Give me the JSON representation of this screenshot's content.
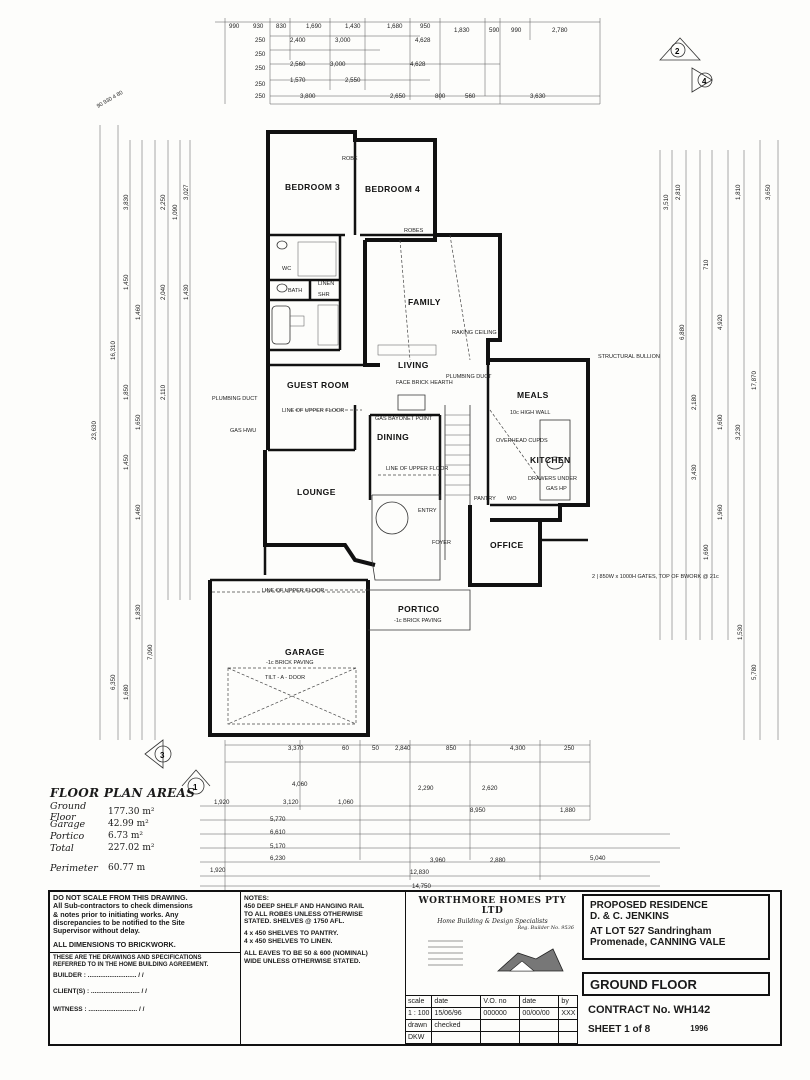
{
  "rooms": {
    "bedroom3": "BEDROOM 3",
    "bedroom4": "BEDROOM 4",
    "family": "FAMILY",
    "living": "LIVING",
    "guest_room": "GUEST ROOM",
    "meals": "MEALS",
    "kitchen": "KITCHEN",
    "dining": "DINING",
    "lounge": "LOUNGE",
    "office": "OFFICE",
    "portico": "PORTICO",
    "garage": "GARAGE",
    "wc": "WC",
    "bath": "BATH",
    "shr": "SHR",
    "linen": "LINEN",
    "robe": "ROBE",
    "robes": "ROBES",
    "pantry": "PANTRY",
    "wo": "WO",
    "entry": "ENTRY",
    "foyer": "FOYER"
  },
  "annotations": {
    "raking_ceiling": "RAKING CEILING",
    "face_brick_hearth": "FACE BRICK HEARTH",
    "plumbing_duct": "PLUMBING DUCT",
    "plumbing_duct2": "PLUMBING DUCT",
    "line_upper_floor": "LINE OF UPPER FLOOR",
    "gas_bayonet": "GAS BAYONET POINT",
    "gas_hwu": "GAS HWU",
    "structural_bullion": "STRUCTURAL BULLION",
    "high_wall": "10c HIGH WALL",
    "overhead_cupds": "OVERHEAD CUPDS",
    "drawers_under": "DRAWERS UNDER",
    "gas_hp": "GAS HP",
    "line_upper_floor2": "LINE OF UPPER FLOOR",
    "garage_floor": "-1c BRICK PAVING",
    "portico_floor": "-1c BRICK PAVING",
    "tilt_door": "TILT - A - DOOR",
    "gates": "2 | 850W x 1000H GATES, TOP OF BWORK @ 21c",
    "line_upper2": "LINE OF UPPER FLOOR"
  },
  "top_dims": [
    "990",
    "930",
    "830",
    "1,690",
    "1,430",
    "1,680",
    "950",
    "1,830",
    "590",
    "990",
    "2,780"
  ],
  "bottom_dims_row1": [
    "3,370",
    "60",
    "50",
    "2,840",
    "850",
    "4,300",
    "250"
  ],
  "bottom_dims_row2": [
    "1,920",
    "3,120",
    "1,060",
    "8,950"
  ],
  "bottom_dims_row3": [
    "5,770",
    "6,610",
    "5,170",
    "6,230"
  ],
  "bottom_dims_row4": [
    "1,920",
    "12,830",
    "5,040"
  ],
  "overall_width": "14,750",
  "overall_depth": "23,630",
  "left_depth": "16,310",
  "right_depth": "17,870",
  "section_marks": [
    "2",
    "4",
    "3",
    "1"
  ],
  "floor_areas": {
    "title": "FLOOR PLAN AREAS",
    "rows": [
      {
        "label": "Ground Floor",
        "value": "177.30 m²"
      },
      {
        "label": "Garage",
        "value": "42.99 m²"
      },
      {
        "label": "Portico",
        "value": "6.73 m²"
      },
      {
        "label": "Total",
        "value": "227.02 m²"
      }
    ],
    "perimeter_label": "Perimeter",
    "perimeter_value": "60.77 m"
  },
  "warnings": {
    "l1": "DO NOT SCALE FROM THIS DRAWING.",
    "l2": "All Sub-contractors to check dimensions",
    "l3": "& notes prior to initiating works. Any",
    "l4": "discrepancies to be notified to the Site",
    "l5": "Supervisor without delay.",
    "l6": "ALL DIMENSIONS TO BRICKWORK.",
    "l7": "THESE ARE THE DRAWINGS AND SPECIFICATIONS",
    "l8": "REFERRED TO IN THE HOME BUILDING AGREEMENT.",
    "builder": "BUILDER :",
    "clients": "CLIENT(S) :",
    "witness": "WITNESS :"
  },
  "notes": {
    "title": "NOTES:",
    "n1": "450 DEEP SHELF AND HANGING RAIL",
    "n2": "TO ALL ROBES UNLESS OTHERWISE",
    "n3": "STATED. SHELVES @ 1750 AFL.",
    "n4": "4 x 450 SHELVES TO PANTRY.",
    "n5": "4 x 450 SHELVES TO LINEN.",
    "n6": "ALL EAVES TO BE 50 & 600 (NOMINAL)",
    "n7": "WIDE UNLESS OTHERWISE STATED."
  },
  "company": {
    "name": "WORTHMORE HOMES PTY LTD",
    "tagline": "Home Building & Design Specialists",
    "reg": "Reg. Builder No. 9536"
  },
  "project": {
    "l1": "PROPOSED RESIDENCE",
    "l2": "D. & C. JENKINS",
    "l3": "AT LOT 527 Sandringham",
    "l4": "Promenade, CANNING VALE",
    "level": "GROUND FLOOR",
    "contract": "CONTRACT No. WH142",
    "sheet": "SHEET  1  of  8",
    "year": "1996"
  },
  "titleblock": {
    "scale_h": "scale",
    "scale_v": "1 : 100",
    "date_h": "date",
    "date_v": "15/06/96",
    "vo_h": "V.O. no",
    "vo_v": "000000",
    "date2_h": "date",
    "date2_v": "00/00/00",
    "by_h": "by",
    "by_v": "XXX",
    "drawn_h": "drawn",
    "drawn_v": "DKW",
    "checked_h": "checked",
    "checked_v": ""
  }
}
